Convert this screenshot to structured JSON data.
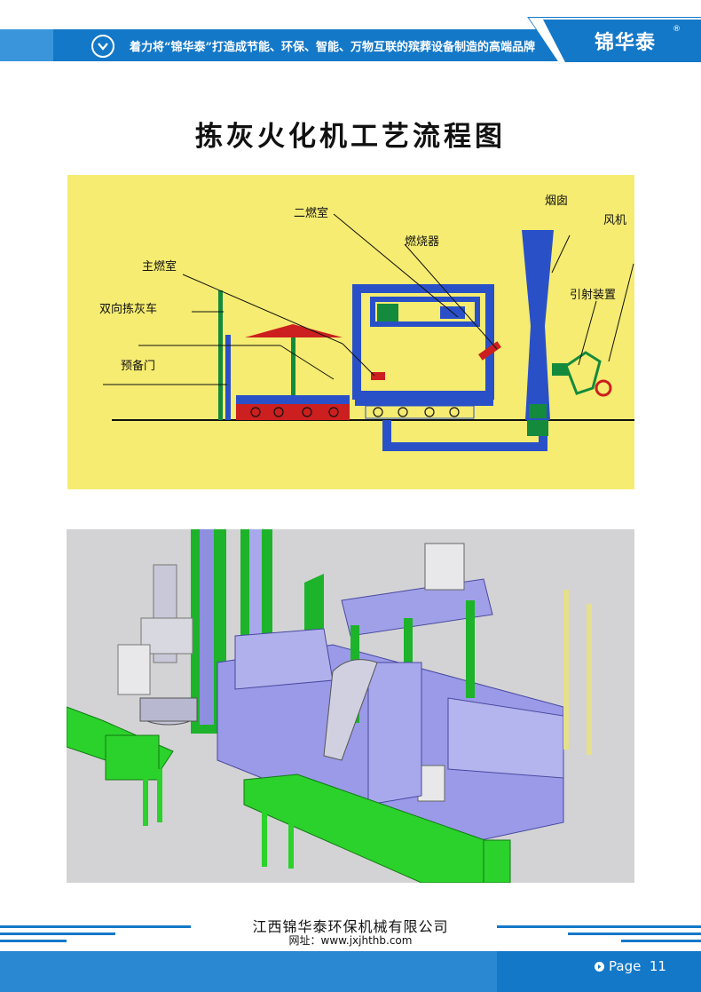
{
  "header": {
    "slogan": "着力将“锦华泰”打造成节能、环保、智能、万物互联的殡葬设备制造的高端品牌",
    "logo_text": "锦华泰",
    "logo_mark": "®",
    "check_icon": "check-circle-icon"
  },
  "title": "拣灰火化机工艺流程图",
  "diagram": {
    "labels": {
      "secondary_chamber": "二燃室",
      "chimney": "烟囱",
      "burner": "燃烧器",
      "fan": "风机",
      "main_chamber": "主燃室",
      "ejector": "引射装置",
      "ash_cart": "双向拣灰车",
      "spare_door": "预备门"
    },
    "colors": {
      "background": "#f5ec71",
      "structure": "#2a50c8",
      "green": "#148a3c",
      "red": "#cc1f1f"
    }
  },
  "footer": {
    "company": "江西锦华泰环保机械有限公司",
    "website": "网址：www.jxjhthb.com",
    "page_label": "Page",
    "page_number": "11"
  },
  "colors": {
    "brand_blue": "#1478c8"
  }
}
